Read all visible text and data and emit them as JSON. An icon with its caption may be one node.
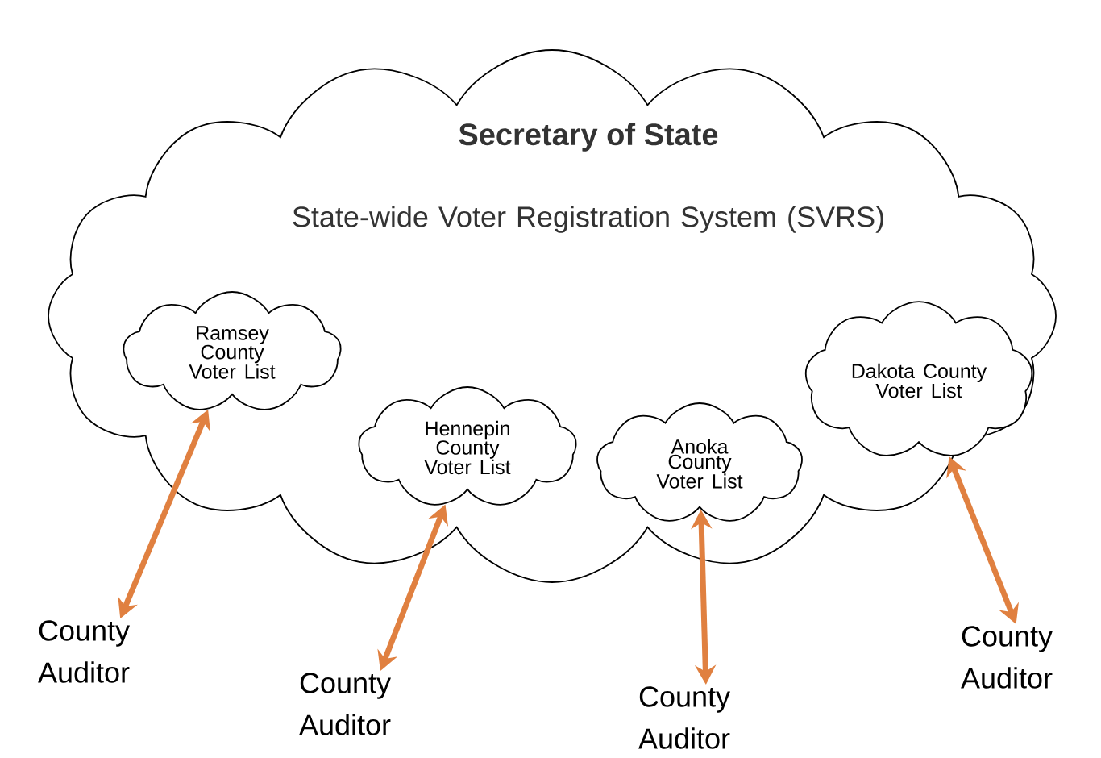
{
  "diagram": {
    "nodes": [
      {
        "text": [
          "Secretary of State",
          "State-wide Voter Registration System (SVRS)"
        ]
      },
      {
        "text": [
          "Ramsey County Voter List"
        ],
        "in": 0
      },
      {
        "text": [
          "Hennepin County Voter List"
        ],
        "in": 0
      },
      {
        "text": [
          "Anoka County Voter List"
        ],
        "in": 0
      },
      {
        "text": [
          "Dakota County Voter List"
        ],
        "in": 0
      },
      {
        "text": [
          "County Auditor"
        ]
      },
      {
        "text": [
          "County Auditor"
        ]
      },
      {
        "text": [
          "County Auditor"
        ]
      },
      {
        "text": [
          "County Auditor"
        ]
      }
    ],
    "edges": [
      {
        "from": 5,
        "to": 1,
        "arrow": "both"
      },
      {
        "from": 6,
        "to": 2,
        "arrow": "both"
      },
      {
        "from": 7,
        "to": 3,
        "arrow": "both"
      },
      {
        "from": 8,
        "to": 4,
        "arrow": "both"
      }
    ]
  }
}
